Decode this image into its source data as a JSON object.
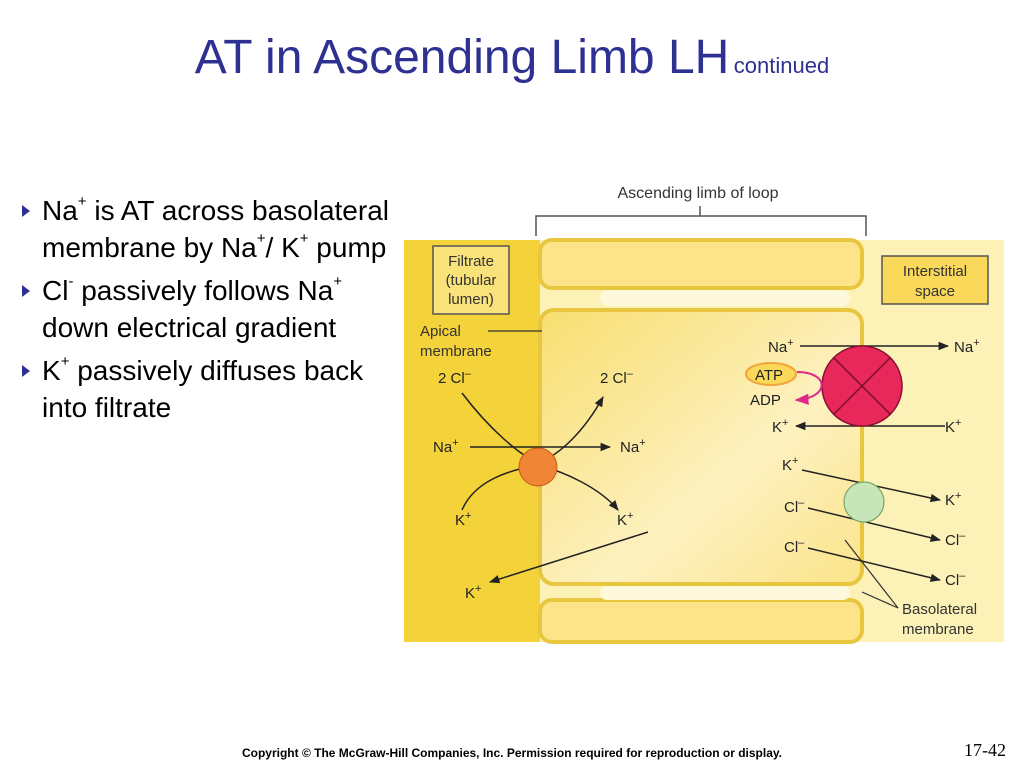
{
  "slide": {
    "title": "AT in Ascending Limb LH",
    "title_suffix": "continued",
    "copyright": "Copyright © The McGraw-Hill Companies, Inc. Permission required for reproduction or display.",
    "slide_number": "17-42"
  },
  "bullets": [
    {
      "p1": "Na",
      "s1": "+",
      "p2": " is AT across basolateral membrane by Na",
      "s2": "+",
      "p3": "/ K",
      "s3": "+",
      "p4": " pump"
    },
    {
      "p1": "Cl",
      "s1": "-",
      "p2": "  passively follows Na",
      "s2": "+",
      "p3": " down electrical gradient",
      "s3": "",
      "p4": ""
    },
    {
      "p1": "K",
      "s1": "+",
      "p2": " passively diffuses back into filtrate",
      "s2": "",
      "p3": "",
      "p4": ""
    }
  ],
  "diagram": {
    "bracket_label": "Ascending limb of loop",
    "filtrate": [
      "Filtrate",
      "(tubular",
      "lumen)"
    ],
    "interstitial": [
      "Interstitial",
      "space"
    ],
    "apical": [
      "Apical",
      "membrane"
    ],
    "basolateral": [
      "Basolateral",
      "membrane"
    ],
    "ions": {
      "cl2": "2 Cl",
      "cl": "Cl",
      "na": "Na",
      "k": "K",
      "minus": "–",
      "plus": "+",
      "atp": "ATP",
      "adp": "ADP"
    },
    "colors": {
      "filtrate_yellow": "#f4d23a",
      "cell_yellow": "#fbe98e",
      "interstitial_yellow": "#fcf2b8",
      "pump_red": "#e8285a",
      "cotransporter_orange": "#f08536",
      "channel_green": "#c6e5b9",
      "atp_arrow": "#e0288a"
    }
  }
}
